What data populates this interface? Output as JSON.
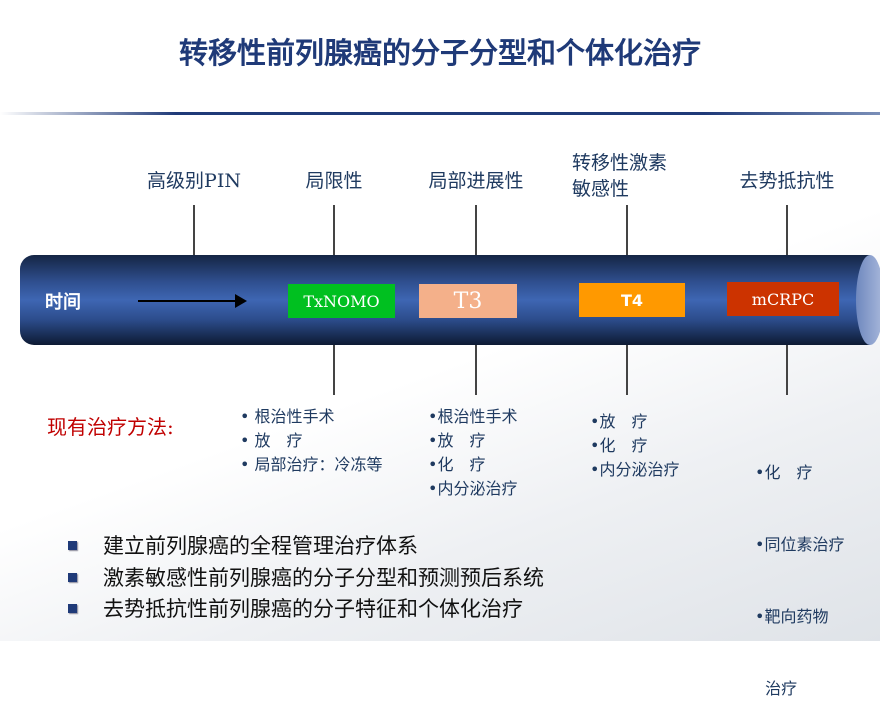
{
  "title": "转移性前列腺癌的分子分型和个体化治疗",
  "stages": [
    "高级别PIN",
    "局限性",
    "局部进展性",
    "转移性激素\n敏感性",
    "去势抵抗性"
  ],
  "timeline": {
    "label": "时间",
    "boxes": [
      {
        "label": "TxNOMO",
        "color": "#00c020"
      },
      {
        "label": "T3",
        "color": "#f4b08a"
      },
      {
        "label": "T4",
        "color": "#ff9900"
      },
      {
        "label": "mCRPC",
        "color": "#cc3300"
      }
    ]
  },
  "methods_label": "现有治疗方法:",
  "methods": [
    [
      "• 根治性手术",
      "• 放　疗",
      "• 局部治疗：冷冻等"
    ],
    [
      "•根治性手术",
      "•放　疗",
      "•化　疗",
      "•内分泌治疗"
    ],
    [
      "•放　疗",
      "•化　疗",
      "•内分泌治疗"
    ],
    [
      "•化　疗",
      "•同位素治疗",
      "•靶向药物",
      "  治疗"
    ]
  ],
  "bullets": [
    "建立前列腺癌的全程管理治疗体系",
    "激素敏感性前列腺癌的分子分型和预测预后系统",
    "去势抵抗性前列腺癌的分子特征和个体化治疗"
  ]
}
